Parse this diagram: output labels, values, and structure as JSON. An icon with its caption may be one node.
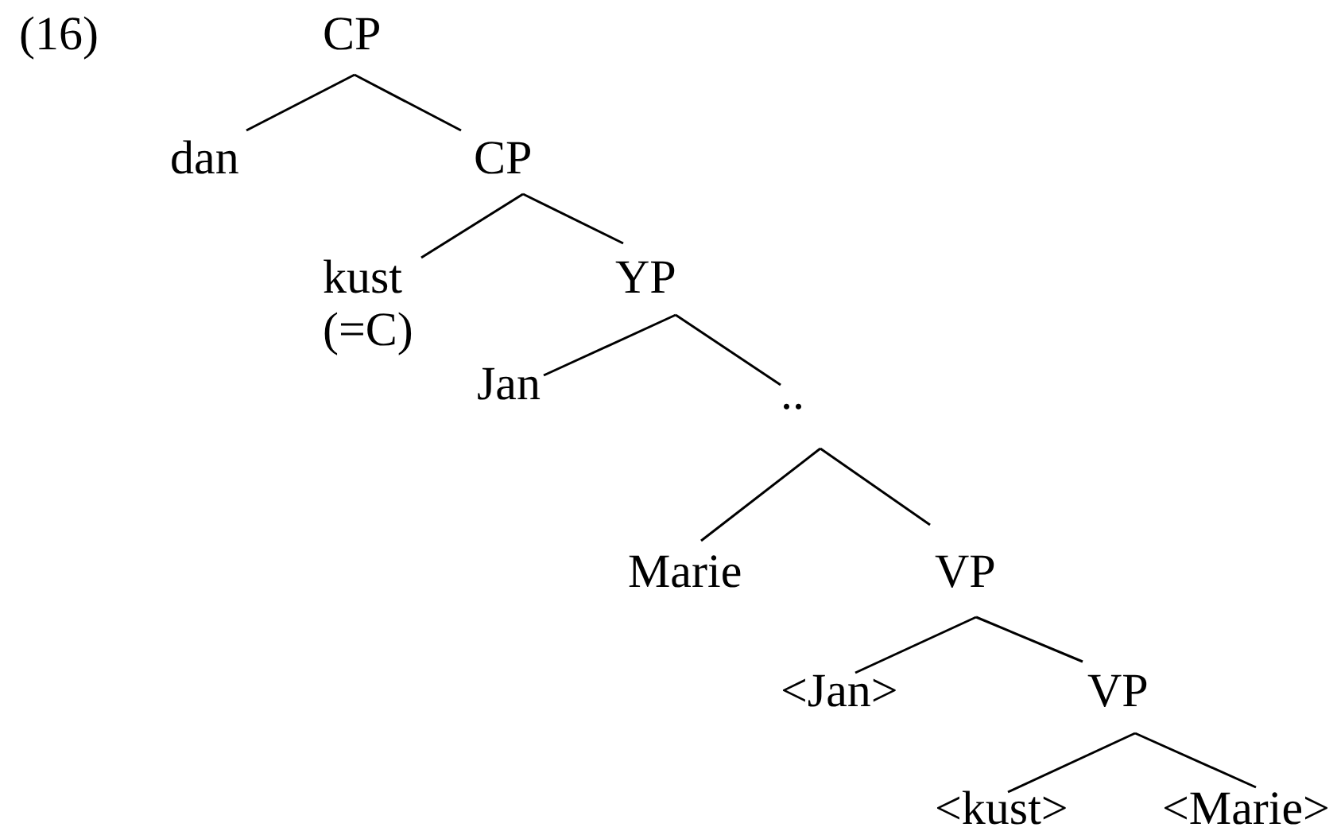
{
  "diagram": {
    "nodes": [
      {
        "text": [
          "CP"
        ]
      },
      {
        "text": [
          "dan"
        ]
      },
      {
        "text": [
          "CP"
        ]
      },
      {
        "text": [
          "kust",
          "(=C)"
        ]
      },
      {
        "text": [
          "YP"
        ]
      },
      {
        "text": [
          "Jan"
        ]
      },
      {
        "text": [
          ".."
        ]
      },
      {
        "text": [
          "Marie"
        ]
      },
      {
        "text": [
          "VP"
        ]
      },
      {
        "text": [
          "<Jan>"
        ]
      },
      {
        "text": [
          "VP"
        ]
      },
      {
        "text": [
          "<kust>"
        ]
      },
      {
        "text": [
          "<Marie>"
        ]
      }
    ],
    "edges": [
      {
        "from": 0,
        "to": 1,
        "arrow": "none"
      },
      {
        "from": 0,
        "to": 2,
        "arrow": "none"
      },
      {
        "from": 2,
        "to": 3,
        "arrow": "none"
      },
      {
        "from": 2,
        "to": 4,
        "arrow": "none"
      },
      {
        "from": 4,
        "to": 5,
        "arrow": "none"
      },
      {
        "from": 4,
        "to": 6,
        "arrow": "none"
      },
      {
        "from": 6,
        "to": 7,
        "arrow": "none"
      },
      {
        "from": 6,
        "to": 8,
        "arrow": "none"
      },
      {
        "from": 8,
        "to": 9,
        "arrow": "none"
      },
      {
        "from": 8,
        "to": 10,
        "arrow": "none"
      },
      {
        "from": 10,
        "to": 11,
        "arrow": "none"
      },
      {
        "from": 10,
        "to": 12,
        "arrow": "none"
      }
    ],
    "labels": [
      "(16)"
    ]
  }
}
